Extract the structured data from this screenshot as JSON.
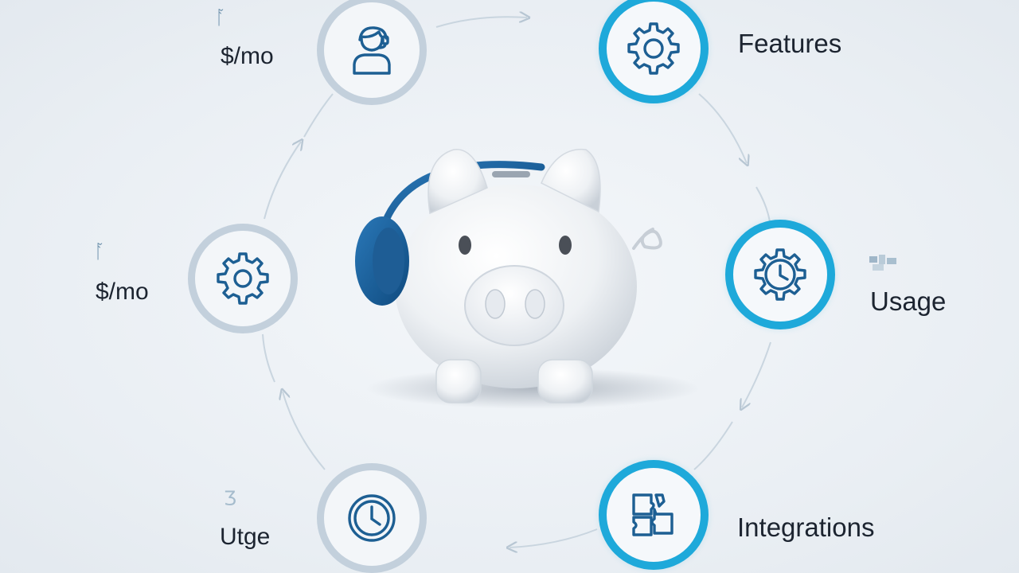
{
  "labels": {
    "top_left": "$/mo",
    "left": "$/mo",
    "bottom_left": "Utge",
    "top_right": "Features",
    "right": "Usage",
    "bottom_right": "Integrations"
  },
  "mini_glyphs": {
    "top_left": "ᚪ",
    "left": "ᚪ",
    "bottom_left": "Ʒ"
  },
  "icons": {
    "top_left": "support-agent-icon",
    "left": "gear-icon",
    "bottom_left": "clock-icon",
    "top_right": "gear-icon",
    "right": "gear-clock-icon",
    "bottom_right": "puzzle-icon",
    "center": "piggy-bank-headphones"
  },
  "colors": {
    "accent": "#1ea9da",
    "pale_ring": "#c3d0dc",
    "icon": "#1d5f93",
    "text": "#1c2430"
  }
}
